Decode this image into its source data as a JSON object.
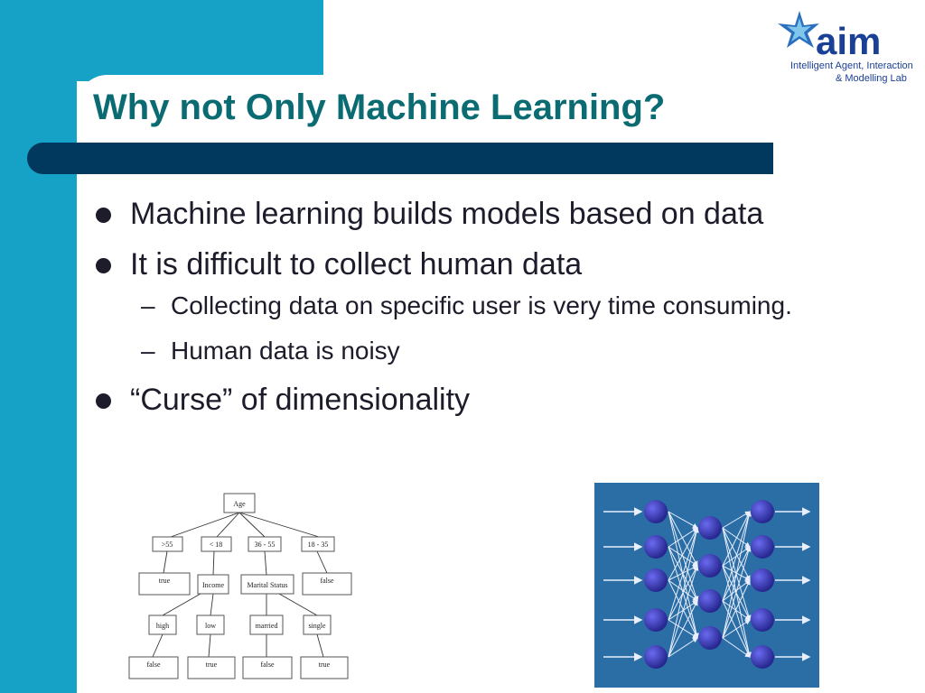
{
  "slide": {
    "title": "Why not Only Machine Learning?",
    "logo": {
      "word": "aim",
      "line1": "Intelligent Agent, Interaction",
      "line2": "& Modelling Lab"
    },
    "bullets": [
      {
        "text": "Machine learning builds models based on data"
      },
      {
        "text": "It is difficult to collect human data",
        "sub": [
          "Collecting data on specific user is very time consuming.",
          "Human data is noisy"
        ]
      },
      {
        "text": "“Curse” of dimensionality"
      }
    ]
  },
  "decision_tree": {
    "root": "Age",
    "level1": [
      ">55",
      "< 18",
      "36 - 55",
      "18 - 35"
    ],
    "level2": [
      "true",
      "Income",
      "Marital Status",
      "false"
    ],
    "level3": [
      "high",
      "low",
      "married",
      "single"
    ],
    "level4": [
      "false",
      "true",
      "false",
      "true"
    ]
  },
  "neural_net": {
    "layers": [
      5,
      4,
      5
    ],
    "background": "#2b6ea6",
    "node_color": "#27278f"
  },
  "colors": {
    "accent_teal": "#16a2c6",
    "title": "#0b6b72",
    "title_bar": "#00385e"
  }
}
